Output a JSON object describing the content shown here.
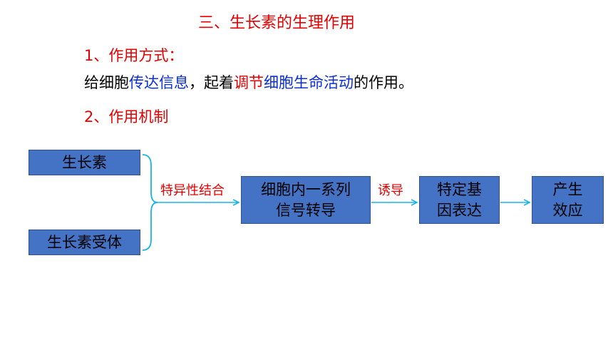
{
  "title": "三、生长素的生理作用",
  "section1": {
    "heading": "1、作用方式：",
    "text_parts": [
      "给细胞",
      "传达信息",
      "，起着",
      "调节",
      "细胞生命活动",
      "的作用。"
    ]
  },
  "section2": {
    "heading": "2、作用机制"
  },
  "diagram": {
    "box_auxin": "生长素",
    "box_receptor": "生长素受体",
    "box_signal": [
      "细胞内一系列",
      "信号转导"
    ],
    "box_gene": [
      "特定基",
      "因表达"
    ],
    "box_effect": [
      "产生",
      "效应"
    ],
    "label_binding": "特异性结合",
    "label_induce": "诱导"
  },
  "colors": {
    "red": "#e60000",
    "blue_text": "#0a2fd6",
    "box_fill": "#4472c4",
    "arrow": "#1ab3e6"
  }
}
